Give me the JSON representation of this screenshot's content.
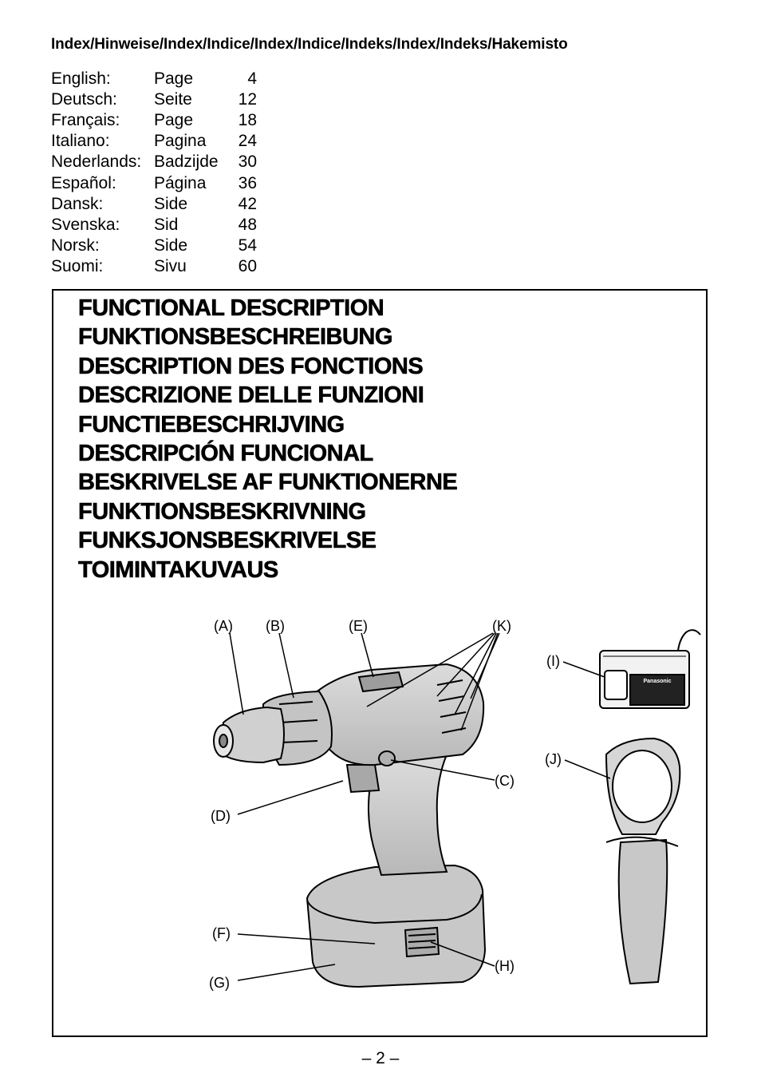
{
  "index": {
    "title": "Index/Hinweise/Index/Indice/Index/Indice/Indeks/Index/Indeks/Hakemisto",
    "rows": [
      {
        "lang": "English:",
        "word": "Page",
        "page": "4"
      },
      {
        "lang": "Deutsch:",
        "word": "Seite",
        "page": "12"
      },
      {
        "lang": "Français:",
        "word": "Page",
        "page": "18"
      },
      {
        "lang": "Italiano:",
        "word": "Pagina",
        "page": "24"
      },
      {
        "lang": "Nederlands:",
        "word": "Badzijde",
        "page": "30"
      },
      {
        "lang": "Español:",
        "word": "Página",
        "page": "36"
      },
      {
        "lang": "Dansk:",
        "word": "Side",
        "page": "42"
      },
      {
        "lang": "Svenska:",
        "word": "Sid",
        "page": "48"
      },
      {
        "lang": "Norsk:",
        "word": "Side",
        "page": "54"
      },
      {
        "lang": "Suomi:",
        "word": "Sivu",
        "page": "60"
      }
    ]
  },
  "headings": [
    "FUNCTIONAL DESCRIPTION",
    "FUNKTIONSBESCHREIBUNG",
    "DESCRIPTION DES FONCTIONS",
    "DESCRIZIONE DELLE FUNZIONI",
    "FUNCTIEBESCHRIJVING",
    "DESCRIPCIÓN FUNCIONAL",
    "BESKRIVELSE AF FUNKTIONERNE",
    "FUNKTIONSBESKRIVNING",
    "FUNKSJONSBESKRIVELSE",
    "TOIMINTAKUVAUS"
  ],
  "figure": {
    "labels": {
      "A": "(A)",
      "B": "(B)",
      "C": "(C)",
      "D": "(D)",
      "E": "(E)",
      "F": "(F)",
      "G": "(G)",
      "H": "(H)",
      "I": "(I)",
      "J": "(J)",
      "K": "(K)"
    },
    "charger_brand": "Panasonic"
  },
  "page_number": "– 2 –"
}
